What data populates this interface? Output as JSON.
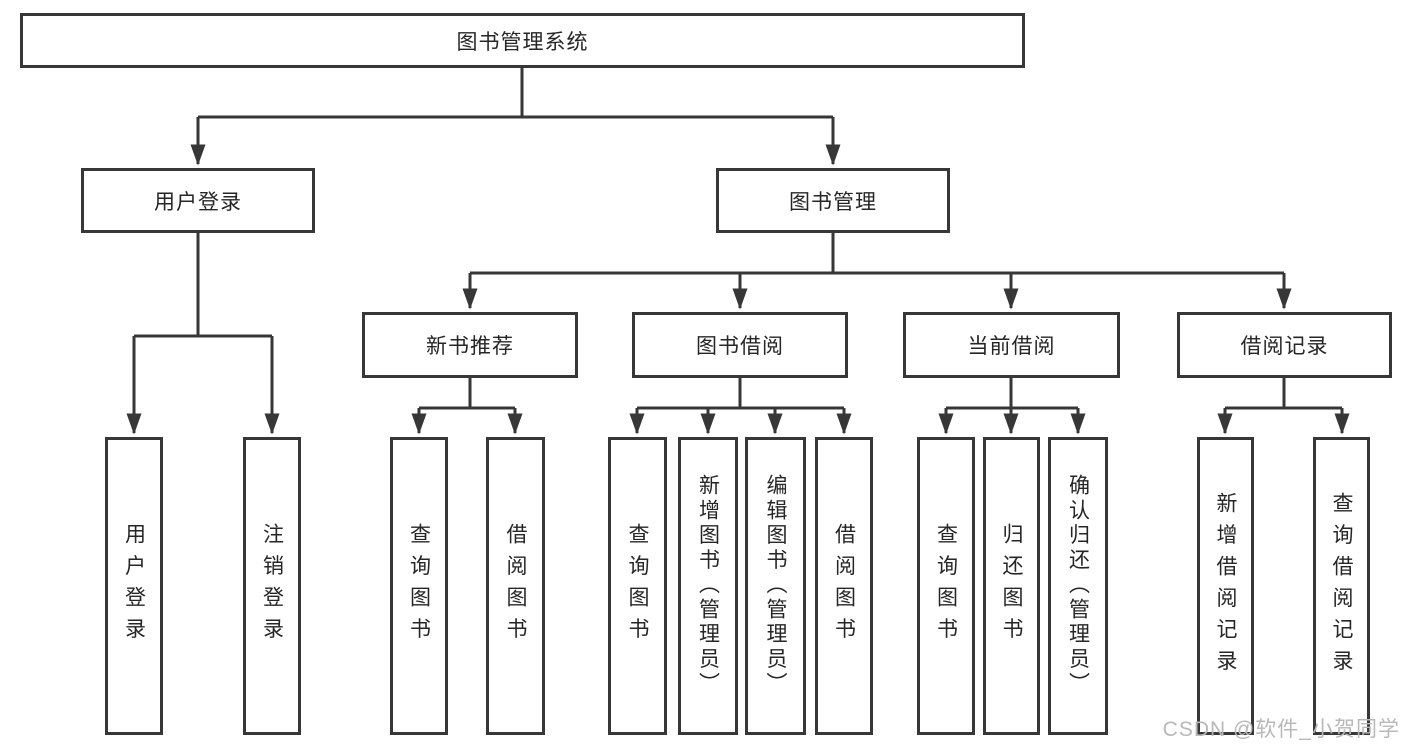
{
  "tree": {
    "root": {
      "label": "图书管理系统"
    },
    "children": [
      {
        "label": "用户登录",
        "children": [
          {
            "label": "用户登录"
          },
          {
            "label": "注销登录"
          }
        ]
      },
      {
        "label": "图书管理",
        "children": [
          {
            "label": "新书推荐",
            "children": [
              {
                "label": "查询图书"
              },
              {
                "label": "借阅图书"
              }
            ]
          },
          {
            "label": "图书借阅",
            "children": [
              {
                "label": "查询图书"
              },
              {
                "label": "新增图书（管理员）"
              },
              {
                "label": "编辑图书（管理员）"
              },
              {
                "label": "借阅图书"
              }
            ]
          },
          {
            "label": "当前借阅",
            "children": [
              {
                "label": "查询图书"
              },
              {
                "label": "归还图书"
              },
              {
                "label": "确认归还（管理员）"
              }
            ]
          },
          {
            "label": "借阅记录",
            "children": [
              {
                "label": "新增借阅记录"
              },
              {
                "label": "查询借阅记录"
              }
            ]
          }
        ]
      }
    ]
  },
  "watermark": {
    "text": "CSDN @软件_小贺同学"
  },
  "colors": {
    "line": "#373737",
    "box_border": "#373737",
    "text": "#262626",
    "watermark": "#b8b8b8",
    "background": "#ffffff"
  }
}
